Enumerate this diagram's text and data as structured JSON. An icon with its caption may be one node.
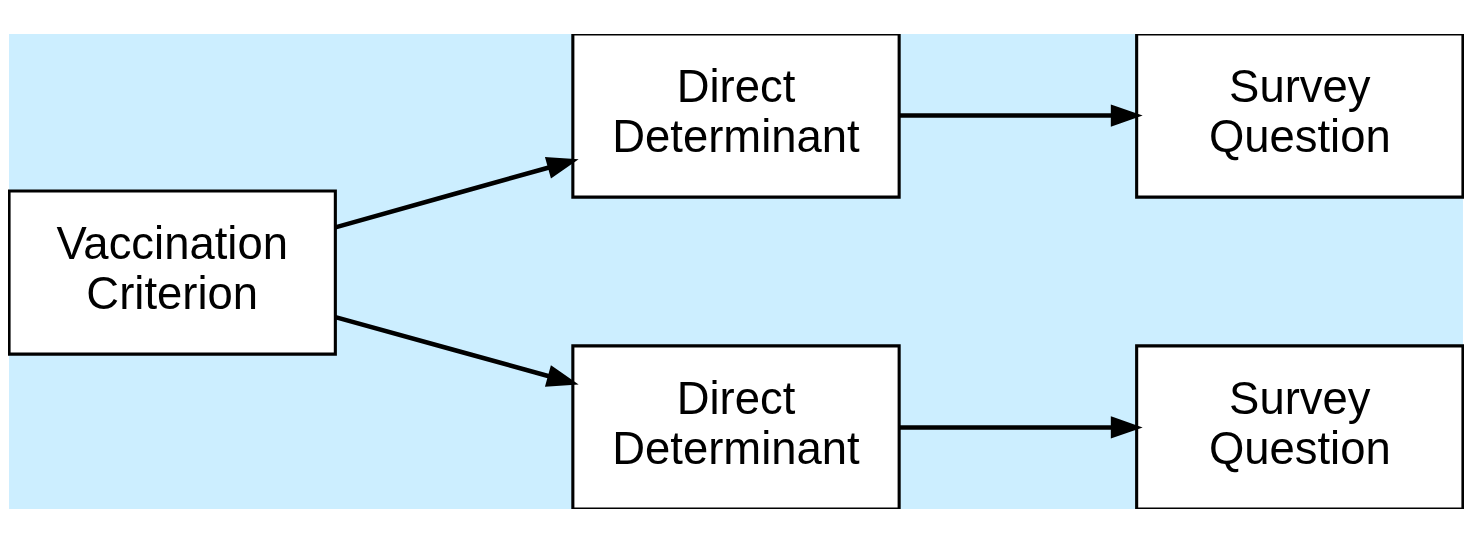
{
  "diagram": {
    "nodes": [
      {
        "text": [
          "Vaccination Criterion"
        ]
      },
      {
        "text": [
          "Direct Determinant"
        ]
      },
      {
        "text": [
          "Survey Question"
        ]
      },
      {
        "text": [
          "Direct Determinant"
        ]
      },
      {
        "text": [
          "Survey Question"
        ]
      }
    ],
    "edges": [
      {
        "from": 0,
        "to": 1,
        "arrow": "to"
      },
      {
        "from": 0,
        "to": 3,
        "arrow": "to"
      },
      {
        "from": 1,
        "to": 2,
        "arrow": "to"
      },
      {
        "from": 3,
        "to": 4,
        "arrow": "to"
      }
    ]
  }
}
